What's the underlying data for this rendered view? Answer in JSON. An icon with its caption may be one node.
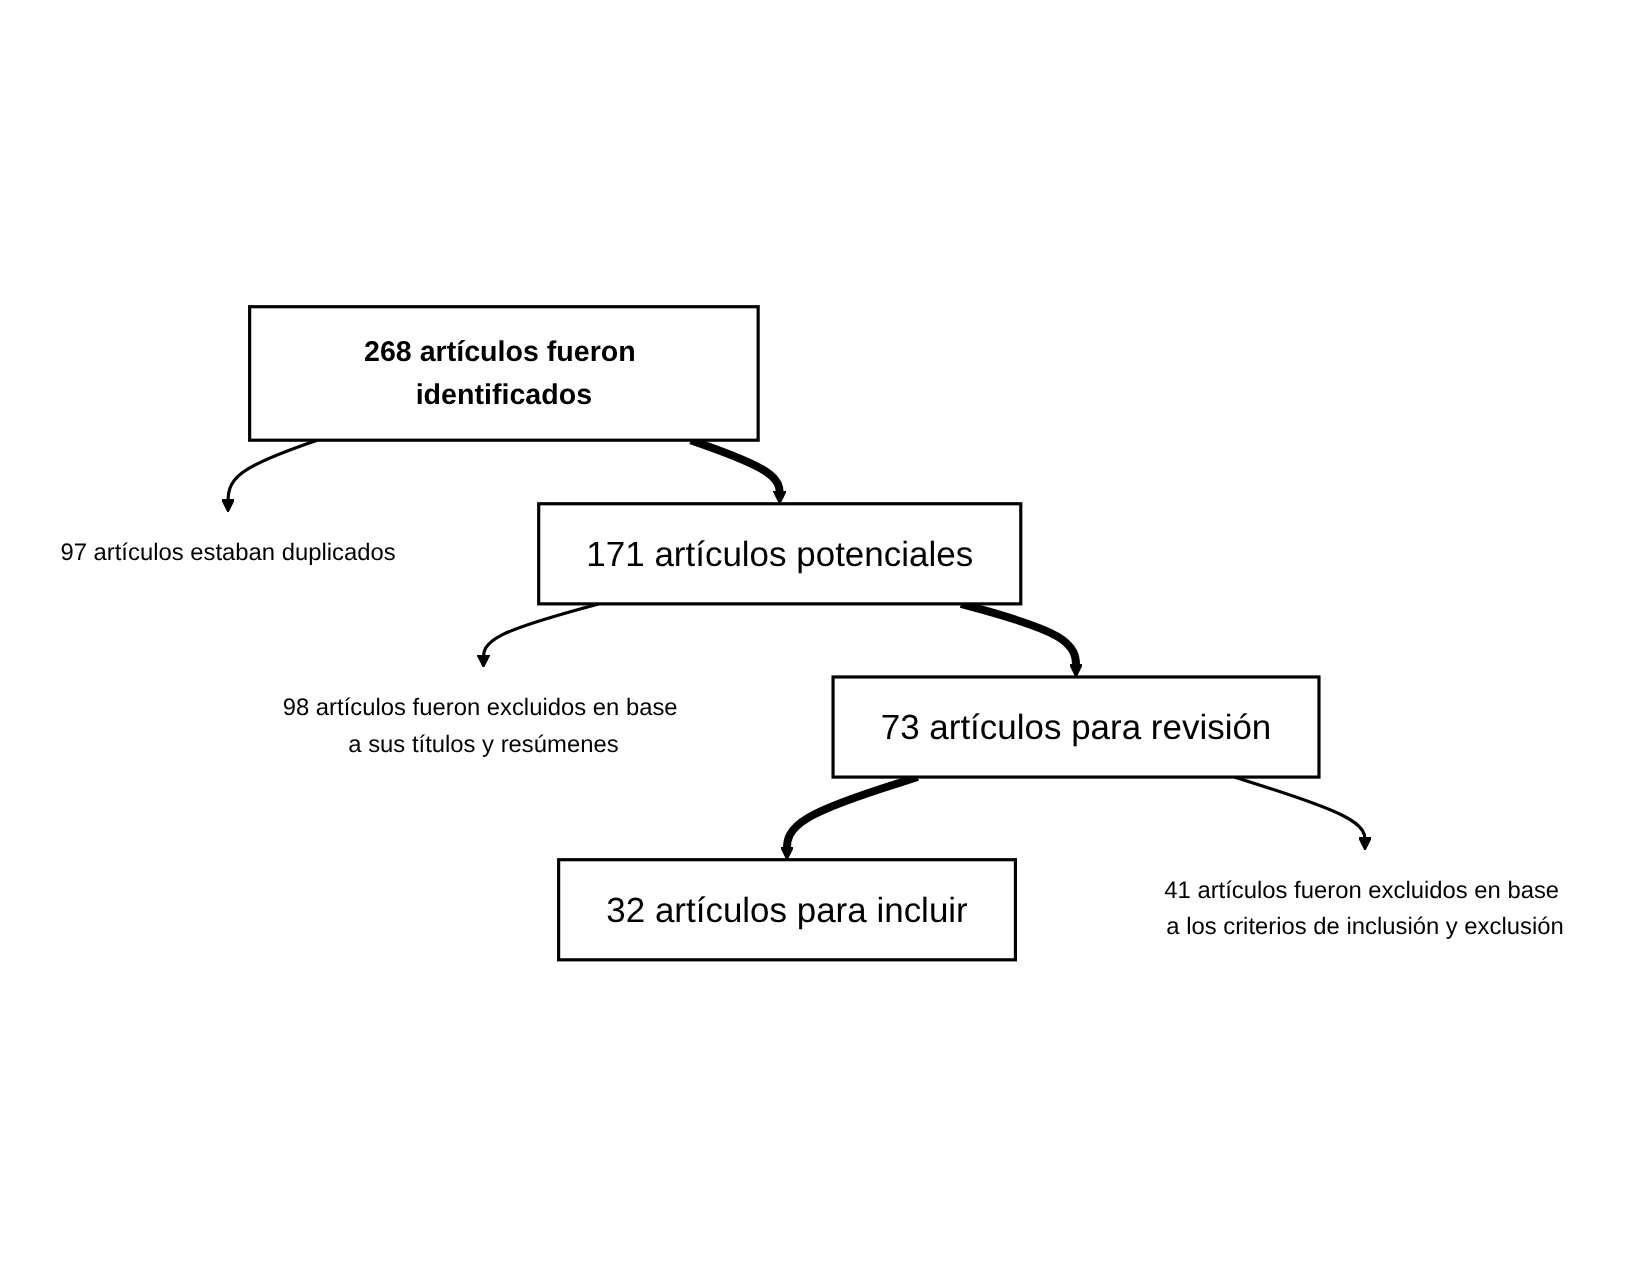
{
  "diagram": {
    "nodes": [
      {
        "text": [
          "268 artículos fueron identificados"
        ]
      },
      {
        "text": [
          "97 artículos estaban duplicados"
        ]
      },
      {
        "text": [
          "171 artículos potenciales"
        ]
      },
      {
        "text": [
          "98 artículos fueron excluidos en base a sus títulos y resúmenes"
        ]
      },
      {
        "text": [
          "73 artículos para revisión"
        ]
      },
      {
        "text": [
          "41 artículos fueron excluidos en base a los criterios de inclusión y exclusión"
        ]
      },
      {
        "text": [
          "32 artículos para incluir"
        ]
      }
    ],
    "edges": [
      {
        "from": 0,
        "to": 2,
        "arrow": "to",
        "style": "thick"
      },
      {
        "from": 0,
        "to": 1,
        "arrow": "to"
      },
      {
        "from": 2,
        "to": 4,
        "arrow": "to",
        "style": "thick"
      },
      {
        "from": 2,
        "to": 3,
        "arrow": "to"
      },
      {
        "from": 4,
        "to": 6,
        "arrow": "to",
        "style": "thick"
      },
      {
        "from": 4,
        "to": 5,
        "arrow": "to"
      }
    ]
  }
}
